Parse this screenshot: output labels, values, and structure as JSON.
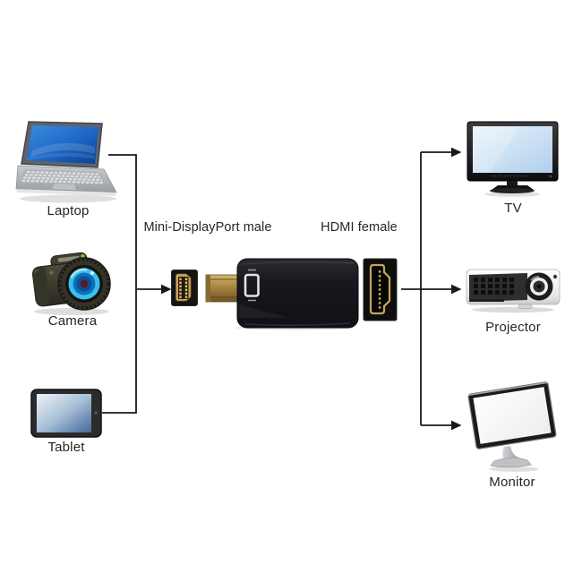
{
  "diagram": {
    "sources": [
      {
        "name": "laptop",
        "label": "Laptop"
      },
      {
        "name": "camera",
        "label": "Camera"
      },
      {
        "name": "tablet",
        "label": "Tablet"
      }
    ],
    "adapter": {
      "male_label": "Mini-DisplayPort male",
      "female_label": "HDMI female"
    },
    "outputs": [
      {
        "name": "tv",
        "label": "TV"
      },
      {
        "name": "projector",
        "label": "Projector"
      },
      {
        "name": "monitor",
        "label": "Monitor"
      }
    ]
  },
  "colors": {
    "background": "#ffffff",
    "connector_line": "#191919",
    "label_text": "#262626",
    "connector_gold": "#c9a45c",
    "adapter_body": "#1a1b20",
    "laptop_screen_blue": "#1e6fd0",
    "camera_lens_blue": "#37c0f0",
    "tv_screen_blue": "#c3dcf2"
  }
}
